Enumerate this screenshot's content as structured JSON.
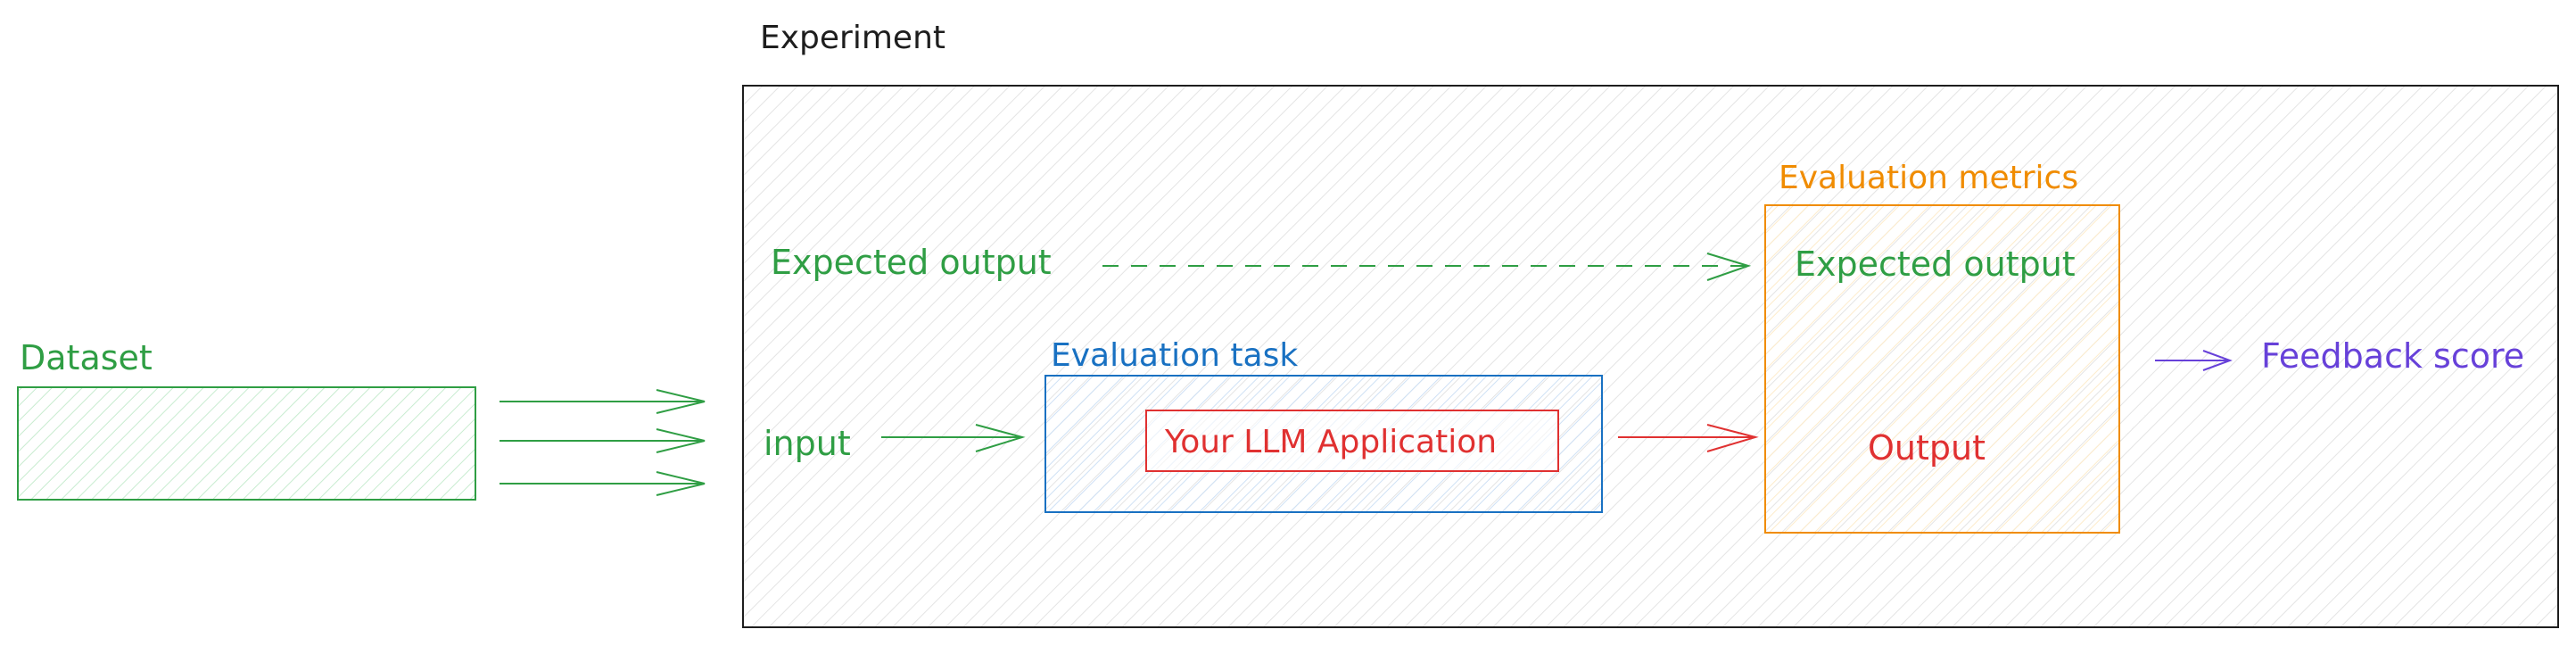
{
  "labels": {
    "experiment": "Experiment",
    "dataset": "Dataset",
    "expected_output_left": "Expected output",
    "input": "input",
    "evaluation_task": "Evaluation task",
    "llm_application": "Your LLM Application",
    "evaluation_metrics": "Evaluation metrics",
    "expected_output_metrics": "Expected output",
    "output": "Output",
    "feedback_score": "Feedback score"
  },
  "colors": {
    "dark": "#1e1e1e",
    "green": "#2f9e44",
    "blue": "#1971c2",
    "red": "#e03131",
    "orange": "#f08c00",
    "purple": "#6741d9"
  }
}
